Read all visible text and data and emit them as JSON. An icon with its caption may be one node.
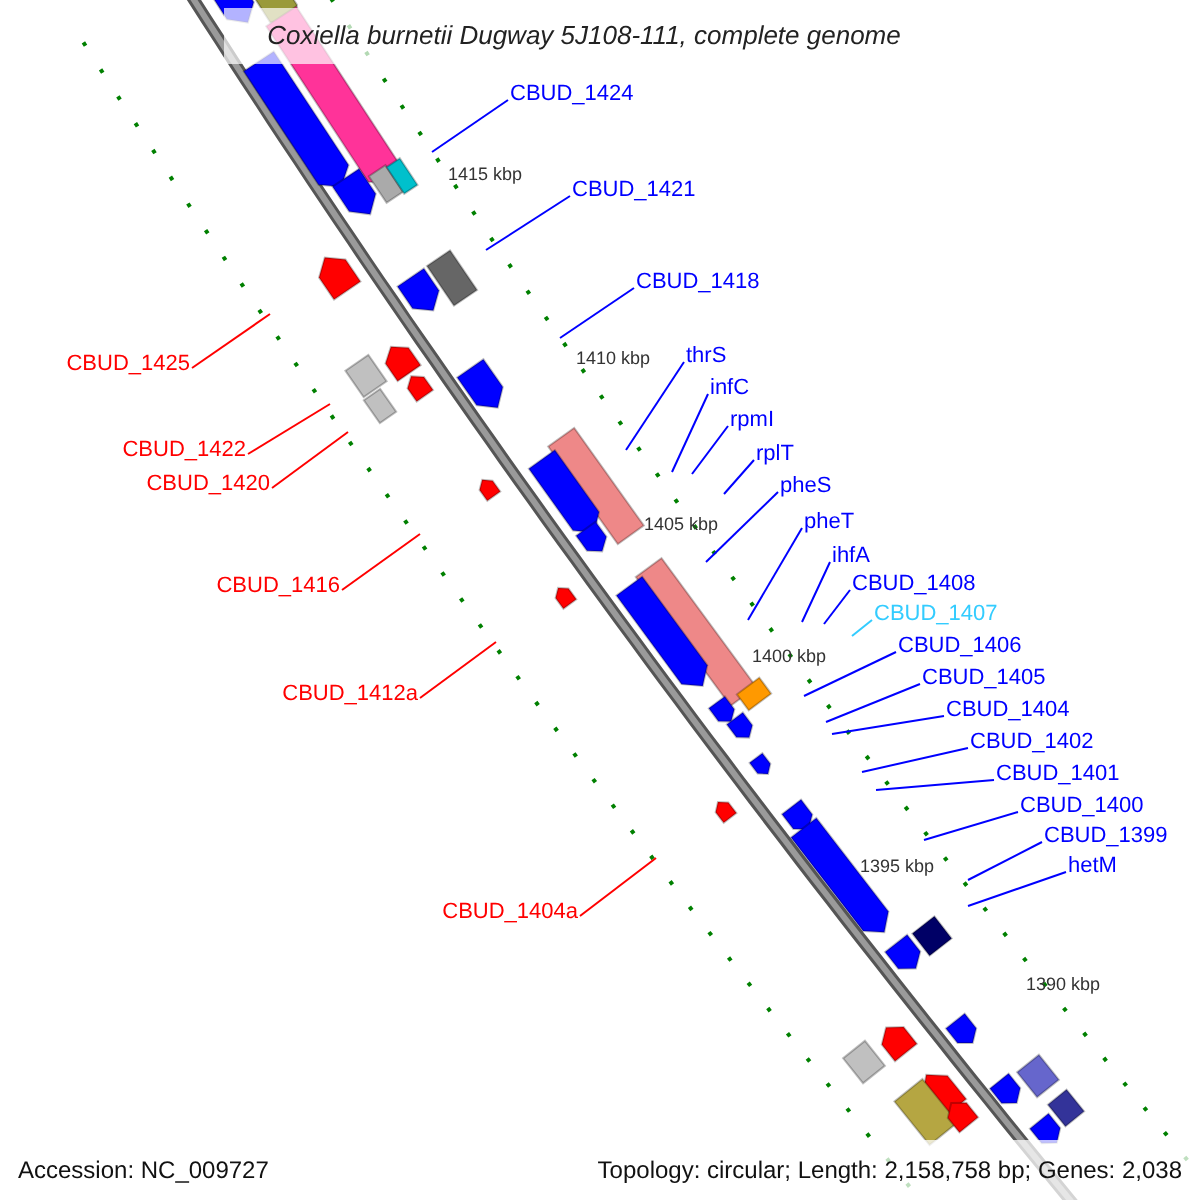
{
  "diagram": {
    "title": "Coxiella burnetii Dugway 5J108-111, complete genome",
    "nodes": [
      {
        "text": [
          "CBUD_1424"
        ]
      },
      {
        "text": [
          "CBUD_1421"
        ]
      },
      {
        "text": [
          "CBUD_1418"
        ]
      },
      {
        "text": [
          "thrS"
        ]
      },
      {
        "text": [
          "CBUD_1425"
        ]
      },
      {
        "text": [
          "infC"
        ]
      },
      {
        "text": [
          "rpmI"
        ]
      },
      {
        "text": [
          "CBUD_1422"
        ]
      },
      {
        "text": [
          "rplT"
        ]
      },
      {
        "text": [
          "CBUD_1420"
        ]
      },
      {
        "text": [
          "pheS"
        ]
      },
      {
        "text": [
          "pheT"
        ]
      },
      {
        "text": [
          "ihfA"
        ]
      },
      {
        "text": [
          "CBUD_1408"
        ]
      },
      {
        "text": [
          "CBUD_1416"
        ]
      },
      {
        "text": [
          "CBUD_1407"
        ]
      },
      {
        "text": [
          "CBUD_1406"
        ]
      },
      {
        "text": [
          "CBUD_1405"
        ]
      },
      {
        "text": [
          "CBUD_1412a"
        ]
      },
      {
        "text": [
          "CBUD_1404"
        ]
      },
      {
        "text": [
          "CBUD_1402"
        ]
      },
      {
        "text": [
          "CBUD_1401"
        ]
      },
      {
        "text": [
          "CBUD_1400"
        ]
      },
      {
        "text": [
          "CBUD_1399"
        ]
      },
      {
        "text": [
          "hetM"
        ]
      },
      {
        "text": [
          "CBUD_1404a"
        ]
      }
    ],
    "edges": [
      {
        "from": 0,
        "to": null,
        "arrow": "none"
      },
      {
        "from": 1,
        "to": null,
        "arrow": "none"
      },
      {
        "from": 2,
        "to": null,
        "arrow": "none"
      },
      {
        "from": 3,
        "to": null,
        "arrow": "none"
      },
      {
        "from": 4,
        "to": null,
        "arrow": "none",
        "color": "#ff0000"
      },
      {
        "from": 5,
        "to": null,
        "arrow": "none"
      },
      {
        "from": 6,
        "to": null,
        "arrow": "none"
      },
      {
        "from": 7,
        "to": null,
        "arrow": "none",
        "color": "#ff0000"
      },
      {
        "from": 8,
        "to": null,
        "arrow": "none"
      },
      {
        "from": 9,
        "to": null,
        "arrow": "none",
        "color": "#ff0000"
      },
      {
        "from": 10,
        "to": null,
        "arrow": "none"
      },
      {
        "from": 11,
        "to": null,
        "arrow": "none"
      },
      {
        "from": 12,
        "to": null,
        "arrow": "none"
      },
      {
        "from": 13,
        "to": null,
        "arrow": "none"
      },
      {
        "from": 14,
        "to": null,
        "arrow": "none",
        "color": "#ff0000"
      },
      {
        "from": 15,
        "to": null,
        "arrow": "none",
        "color": "#33ccff"
      },
      {
        "from": 16,
        "to": null,
        "arrow": "none"
      },
      {
        "from": 17,
        "to": null,
        "arrow": "none"
      },
      {
        "from": 18,
        "to": null,
        "arrow": "none",
        "color": "#ff0000"
      },
      {
        "from": 19,
        "to": null,
        "arrow": "none"
      },
      {
        "from": 20,
        "to": null,
        "arrow": "none"
      },
      {
        "from": 21,
        "to": null,
        "arrow": "none"
      },
      {
        "from": 22,
        "to": null,
        "arrow": "none"
      },
      {
        "from": 23,
        "to": null,
        "arrow": "none"
      },
      {
        "from": 24,
        "to": null,
        "arrow": "none"
      },
      {
        "from": 25,
        "to": null,
        "arrow": "none",
        "color": "#ff0000"
      }
    ],
    "labels": [
      "1415 kbp",
      "1410 kbp",
      "1405 kbp",
      "1400 kbp",
      "1395 kbp",
      "1390 kbp",
      "Accession: NC_009727",
      "Topology: circular; Length: 2,158,758 bp; Genes: 2,038"
    ]
  }
}
